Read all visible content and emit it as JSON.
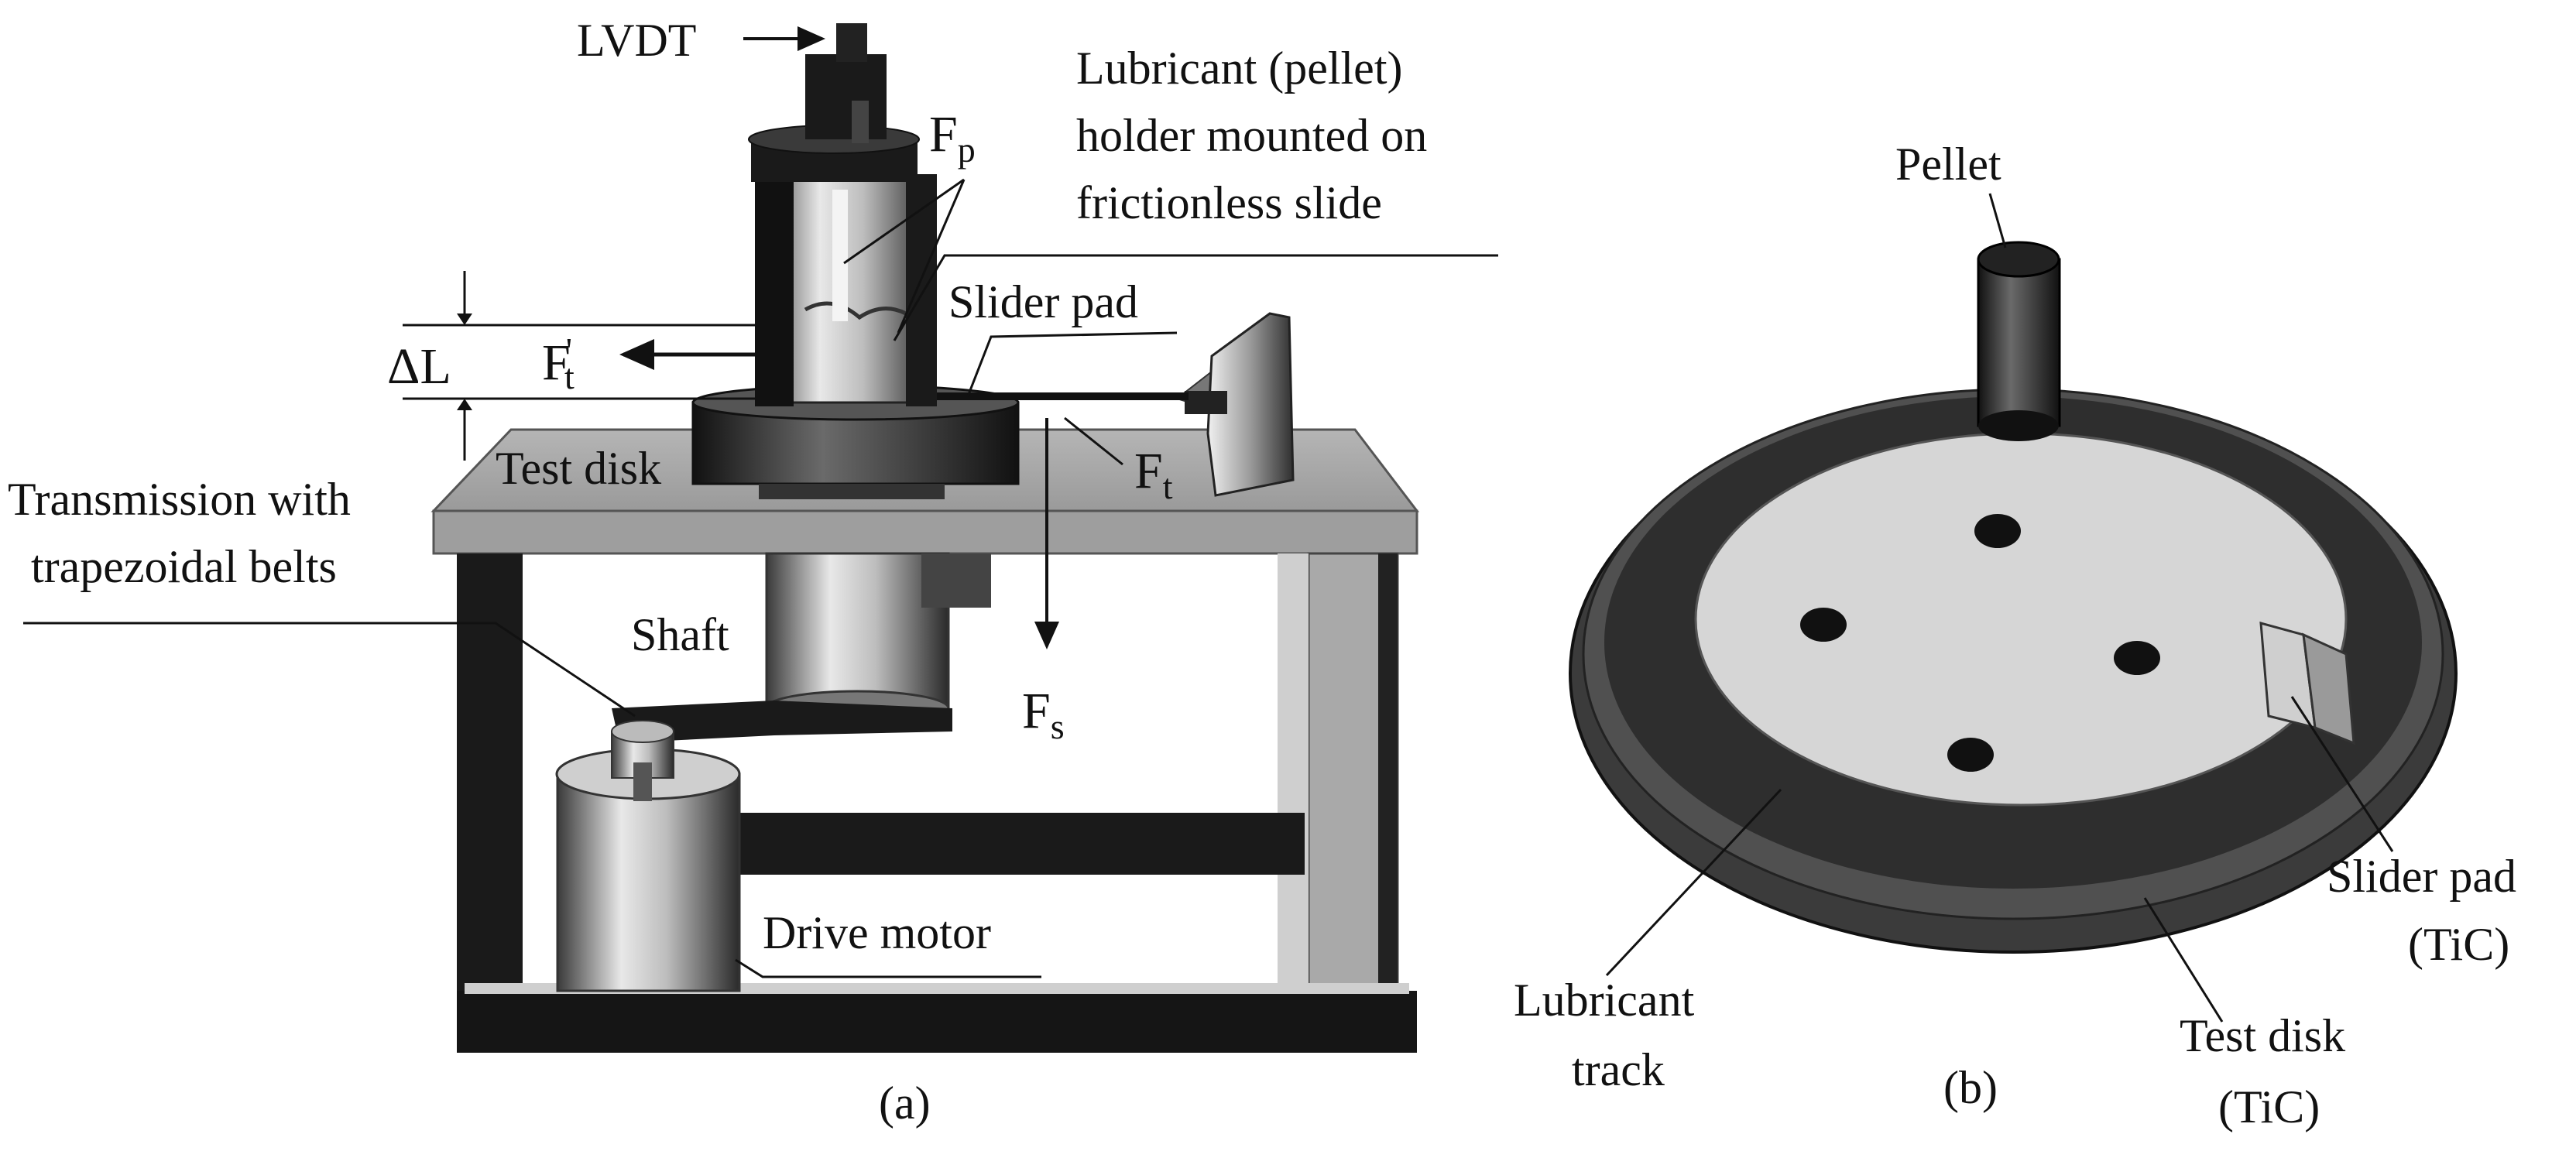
{
  "figure_a": {
    "caption": "(a)",
    "labels": {
      "lvdt": "LVDT",
      "fp_main": "F",
      "fp_sub": "p",
      "holder_line1": "Lubricant (pellet)",
      "holder_line2": "holder mounted on",
      "holder_line3": "frictionless slide",
      "slider_pad": "Slider pad",
      "delta_l": "ΔL",
      "ft_prime_main": "F",
      "ft_prime_mark": "'",
      "ft_prime_sub": "t",
      "test_disk": "Test disk",
      "ft_main": "F",
      "ft_sub": "t",
      "transmission_line1": "Transmission with",
      "transmission_line2": "trapezoidal belts",
      "shaft": "Shaft",
      "fs_main": "F",
      "fs_sub": "s",
      "drive_motor": "Drive motor"
    }
  },
  "figure_b": {
    "caption": "(b)",
    "labels": {
      "pellet": "Pellet",
      "slider_pad_line1": "Slider pad",
      "slider_pad_line2": "(TiC)",
      "test_disk_line1": "Test disk",
      "test_disk_line2": "(TiC)",
      "lubricant_line1": "Lubricant",
      "lubricant_line2": "track"
    }
  },
  "colors": {
    "ink": "#111111",
    "table": "#a8a8a8",
    "dark": "#1c1c1c",
    "disk_face": "#d2d2d2",
    "disk_ring": "#4a4a4a"
  }
}
